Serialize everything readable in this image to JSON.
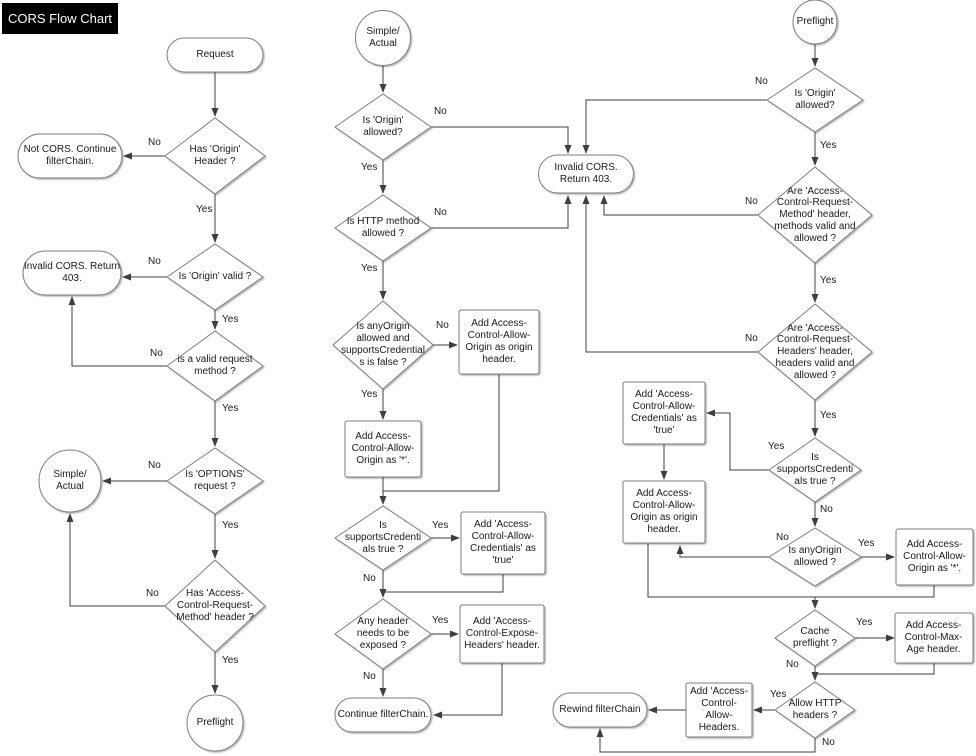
{
  "title": "CORS Flow Chart",
  "edge_labels": {
    "yes": "Yes",
    "no": "No"
  },
  "left": {
    "request": "Request",
    "has_origin_header": "Has 'Origin' Header ?",
    "not_cors": "Not CORS. Continue filterChain.",
    "origin_valid": "Is 'Origin' valid ?",
    "invalid_cors": "Invalid CORS. Return 403.",
    "valid_request_method": "is a valid request method ?",
    "options_request": "Is 'OPTIONS' request ?",
    "simple_actual": "Simple/ Actual",
    "has_acrm_header": "Has 'Access-Control-Request-Method' header ?",
    "preflight": "Preflight"
  },
  "middle": {
    "simple_actual": "Simple/ Actual",
    "origin_allowed": "Is 'Origin' allowed?",
    "invalid_cors": "Invalid CORS. Return 403.",
    "http_method_allowed": "Is HTTP method allowed ?",
    "anyorigin_and_credentials_false": "Is anyOrigin allowed and supportsCredentials is false ?",
    "add_origin_header": "Add Access-Control-Allow-Origin as origin header.",
    "add_origin_star": "Add Access-Control-Allow-Origin as '*'.",
    "supports_credentials": "Is supportsCredentials true ?",
    "add_credentials": "Add 'Access-Control-Allow-Credentials' as 'true'",
    "any_header_exposed": "Any header needs to be exposed ?",
    "add_expose_headers": "Add 'Access-Control-Expose-Headers' header.",
    "continue_filterchain": "Continue filterChain."
  },
  "right": {
    "preflight": "Preflight",
    "origin_allowed": "Is 'Origin' allowed?",
    "acrm_valid": "Are 'Access-Control-Request-Method' header, methods valid and allowed ?",
    "acrh_valid": "Are 'Access-Control-Request-Headers' header, headers valid and allowed ?",
    "supports_credentials": "Is supportsCredentials true ?",
    "add_credentials": "Add 'Access-Control-Allow-Credentials' as 'true'",
    "add_origin_header": "Add Access-Control-Allow-Origin as origin header.",
    "anyorigin_allowed": "Is anyOrigin allowed ?",
    "add_origin_star": "Add Access-Control-Allow-Origin as '*'.",
    "cache_preflight": "Cache preflight ?",
    "add_max_age": "Add Access-Control-Max-Age header.",
    "allow_http_headers": "Allow HTTP headers ?",
    "add_allow_headers": "Add 'Access-Control-Allow-Headers.",
    "rewind_filterchain": "Rewind filterChain"
  }
}
